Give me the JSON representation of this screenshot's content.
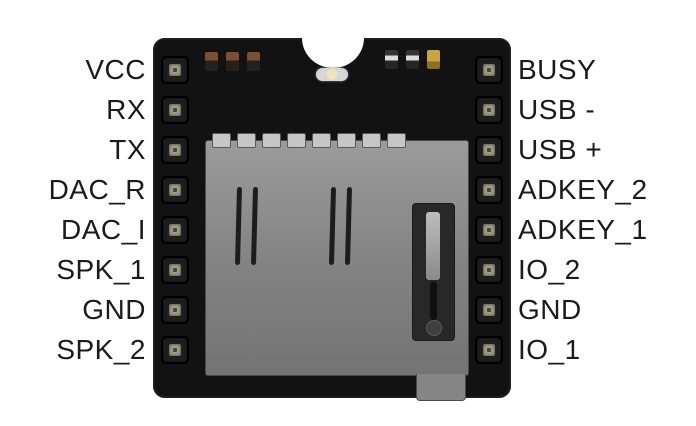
{
  "pins": {
    "left": [
      "VCC",
      "RX",
      "TX",
      "DAC_R",
      "DAC_I",
      "SPK_1",
      "GND",
      "SPK_2"
    ],
    "right": [
      "BUSY",
      "USB -",
      "USB +",
      "ADKEY_2",
      "ADKEY_1",
      "IO_2",
      "GND",
      "IO_1"
    ]
  },
  "colors": {
    "module_body": "#121212",
    "sd_slot": "#8a8a8a",
    "pin_pad_inner": "#a39d89",
    "label_text": "#1b1b1b",
    "background": "#ffffff"
  }
}
